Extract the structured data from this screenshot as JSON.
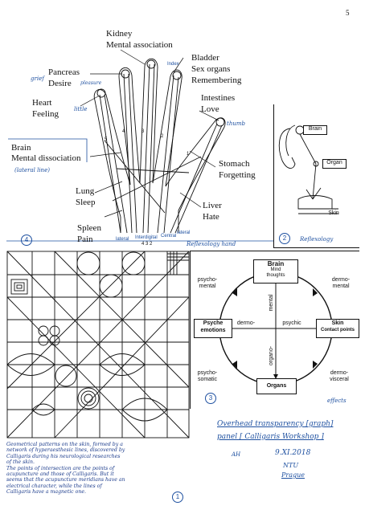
{
  "page_number": "5",
  "hand_panel": {
    "labels": {
      "kidney": "Kidney",
      "mental_association": "Mental association",
      "pancreas": "Pancreas",
      "desire": "Desire",
      "grief": "grief",
      "pleasure": "pleasure",
      "heart": "Heart",
      "feeling": "Feeling",
      "little": "little",
      "index": "Index",
      "bladder": "Bladder",
      "sex_organs": "Sex organs",
      "remembering": "Remembering",
      "intestines": "Intestines",
      "love": "Love",
      "thumb": "thumb",
      "brain": "Brain",
      "mental_dissociation": "Mental dissociation",
      "lateral_line": "(lateral line)",
      "stomach": "Stomach",
      "forgetting": "Forgetting",
      "lung": "Lung",
      "sleep": "Sleep",
      "liver": "Liver",
      "hate": "Hate",
      "spleen": "Spleen",
      "pain": "Pain",
      "lateral_left": "lateral",
      "interdigital": "Interdigital",
      "central": "Central",
      "lateral_right": "lateral",
      "n1": "1",
      "n2": "2",
      "n3": "3",
      "n4": "4",
      "n5": "5",
      "footer_nums": "4   3   2",
      "reflexology_hand": "Reflexology hand",
      "panel_number": "4"
    }
  },
  "reflexology_panel": {
    "brain": "Brain",
    "organ": "Organ",
    "skin": "Skin",
    "title": "Reflexology",
    "panel_number": "2"
  },
  "grid_panel": {
    "caption": [
      "Geometrical patterns on the skin, formed by a",
      "network of hyperaesthesic lines, discovered by",
      "Calligaris during his neurological researches",
      "of the skin.",
      "The points of intersection are the points of",
      "acupuncture and those of Calligaris. But it",
      "seems that the acupuncture meridians have an",
      "electrical character, while the lines of",
      "Calligaris have a magnetic one."
    ],
    "panel_number": "1"
  },
  "effects_panel": {
    "nodes": {
      "brain_title": "Brain",
      "brain_sub1": "Mind",
      "brain_sub2": "thoughts",
      "psyche_title": "Psyche",
      "psyche_sub": "emotions",
      "skin_title": "Skin",
      "skin_sub": "Contact points",
      "organs": "Organs"
    },
    "edges": {
      "psycho_mental_1": "psycho-",
      "psycho_mental_2": "mental",
      "dermo_mental_1": "dermo-",
      "dermo_mental_2": "mental",
      "mental": "mental",
      "dermo": "dermo-",
      "psychic": "psychic",
      "organo": "organo-",
      "psycho_somatic_1": "psycho-",
      "psycho_somatic_2": "somatic",
      "dermo_visceral_1": "dermo-",
      "dermo_visceral_2": "visceral"
    },
    "panel_number": "3",
    "effects": "effects"
  },
  "signature_block": {
    "line1": "Overhead transparency [graph]",
    "line2": "panel [ Calligaris Workshop ]",
    "date": "9.XI.2018",
    "initials": "AH",
    "org1": "NTU",
    "org2": "Prague"
  },
  "colors": {
    "ink": "#111111",
    "pen_blue": "#1e50a0"
  }
}
